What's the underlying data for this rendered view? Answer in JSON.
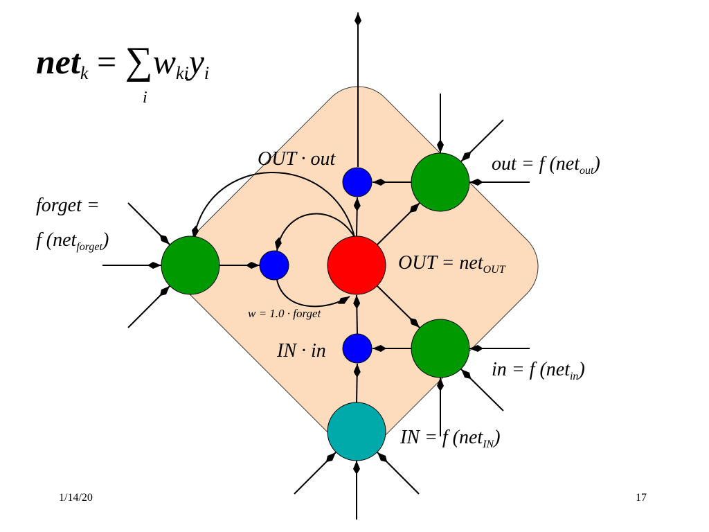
{
  "formula": {
    "lhs": "net",
    "lhs_sub": "k",
    "eq": " = ",
    "sum": "∑",
    "sum_sub": "i",
    "w": "w",
    "w_sub": "ki",
    "y": "y",
    "y_sub": "i"
  },
  "labels": {
    "out_gate_product": "OUT · out",
    "out_gate": {
      "a": "out = f (net",
      "sub": "out",
      "b": ")"
    },
    "forget_gate_line1": "forget =",
    "forget_gate_line2": {
      "a": "f (net",
      "sub": "forget",
      "b": ")"
    },
    "cell_output": {
      "a": "OUT = net",
      "sub": "OUT"
    },
    "self_weight": "w = 1.0 · forget",
    "in_gate_product": "IN · in",
    "in_gate": {
      "a": "in = f (net",
      "sub": "in",
      "b": ")"
    },
    "cell_input": {
      "a": "IN = f (net",
      "sub": "IN",
      "b": ")"
    }
  },
  "footer": {
    "date": "1/14/20",
    "page": "17"
  },
  "colors": {
    "cell_bg": "#fcdcbc",
    "cell_node": "#ff0000",
    "gate": "#009900",
    "product": "#0000ff",
    "input": "#00aaaa"
  }
}
